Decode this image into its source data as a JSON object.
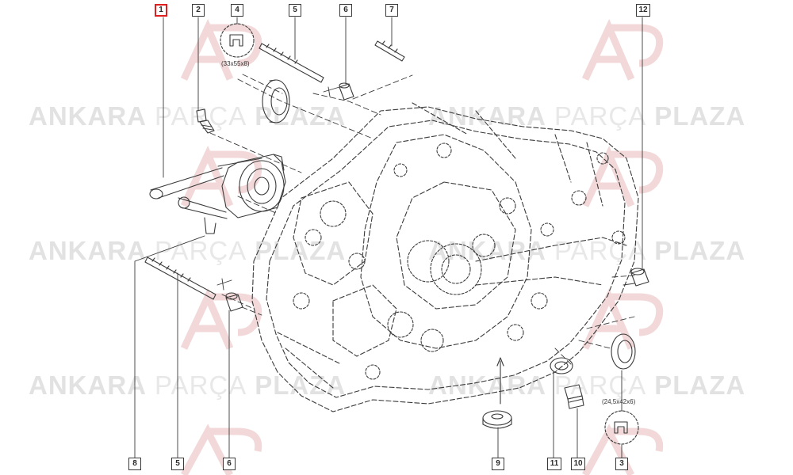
{
  "watermark": {
    "word1": "ANKARA",
    "word2": "PARÇA",
    "word3": "PLAZA",
    "logo_color": "#f1d4d4"
  },
  "callouts": [
    "1",
    "2",
    "4",
    "5",
    "6",
    "7",
    "12",
    "8",
    "5",
    "6",
    "9",
    "11",
    "10",
    "3"
  ],
  "highlighted_part": "1",
  "seal_labels": {
    "upper_seal": "(33x55x8)",
    "lower_seal": "(24,5x42x6)"
  },
  "colors": {
    "line": "#3a3a3a",
    "highlight": "#e01e1e",
    "watermark_text": "#e2e2e2"
  }
}
